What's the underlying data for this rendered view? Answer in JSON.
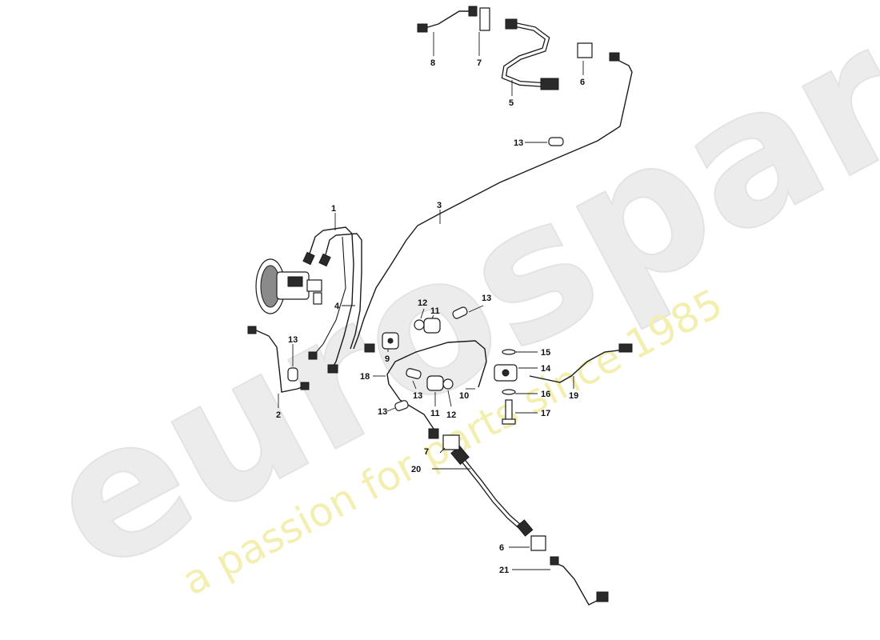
{
  "watermark": {
    "brand": "eurospares",
    "tagline": "a passion for parts since 1985"
  },
  "callouts": [
    {
      "id": "c1",
      "label": "1"
    },
    {
      "id": "c2",
      "label": "2"
    },
    {
      "id": "c3",
      "label": "3"
    },
    {
      "id": "c4",
      "label": "4"
    },
    {
      "id": "c5",
      "label": "5"
    },
    {
      "id": "c6a",
      "label": "6"
    },
    {
      "id": "c6b",
      "label": "6"
    },
    {
      "id": "c7a",
      "label": "7"
    },
    {
      "id": "c7b",
      "label": "7"
    },
    {
      "id": "c8",
      "label": "8"
    },
    {
      "id": "c9",
      "label": "9"
    },
    {
      "id": "c10",
      "label": "10"
    },
    {
      "id": "c11a",
      "label": "11"
    },
    {
      "id": "c11b",
      "label": "11"
    },
    {
      "id": "c12a",
      "label": "12"
    },
    {
      "id": "c12b",
      "label": "12"
    },
    {
      "id": "c13a",
      "label": "13"
    },
    {
      "id": "c13b",
      "label": "13"
    },
    {
      "id": "c13c",
      "label": "13"
    },
    {
      "id": "c13d",
      "label": "13"
    },
    {
      "id": "c13e",
      "label": "13"
    },
    {
      "id": "c14",
      "label": "14"
    },
    {
      "id": "c15",
      "label": "15"
    },
    {
      "id": "c16",
      "label": "16"
    },
    {
      "id": "c17",
      "label": "17"
    },
    {
      "id": "c18",
      "label": "18"
    },
    {
      "id": "c19",
      "label": "19"
    },
    {
      "id": "c20",
      "label": "20"
    },
    {
      "id": "c21",
      "label": "21"
    }
  ]
}
